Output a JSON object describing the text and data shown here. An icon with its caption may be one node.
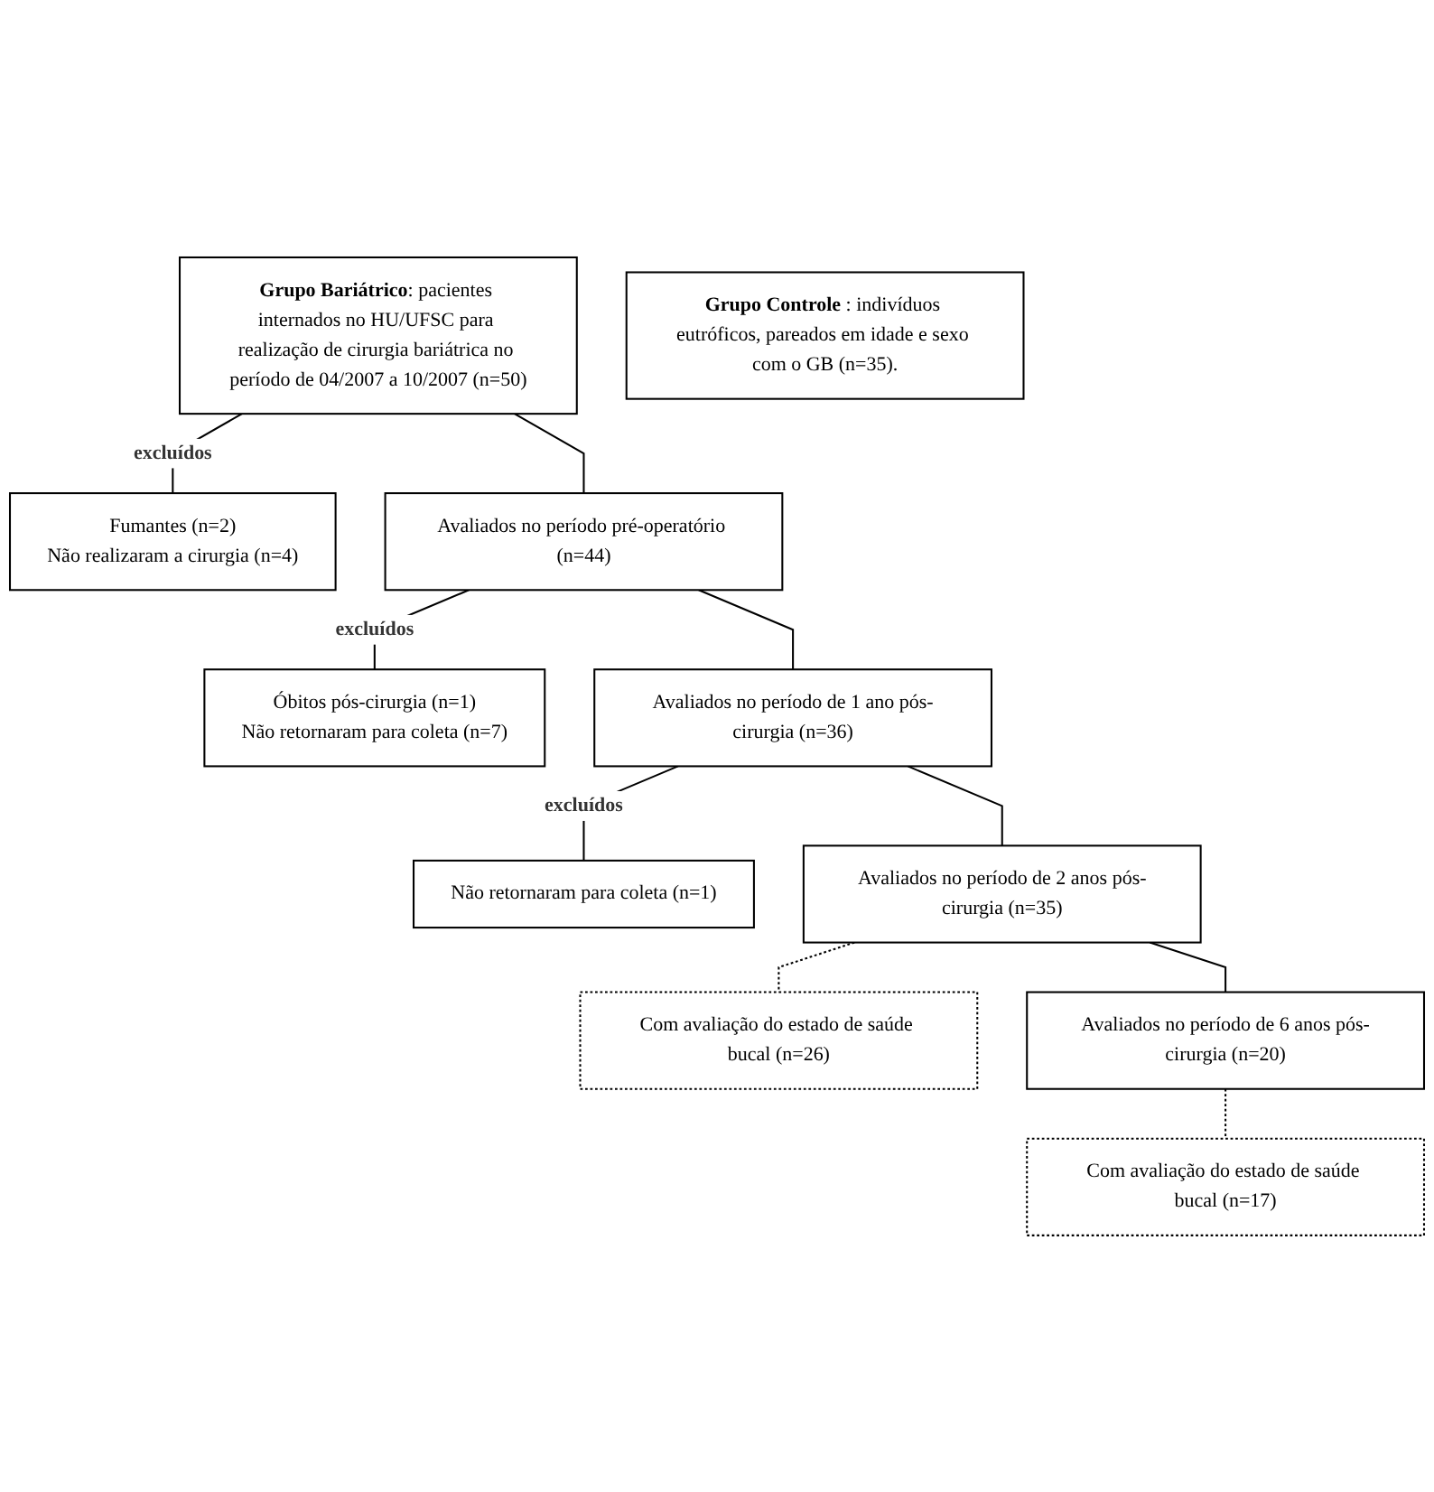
{
  "diagram": {
    "nodes": [
      {
        "text": [
          "**Grupo Bariátrico**: pacientes internados no HU/UFSC para realização de cirurgia bariátrica no período de 04/2007 a 10/2007 (n=50)"
        ]
      },
      {
        "text": [
          "**Grupo Controle** : indivíduos eutróficos, pareados em idade e sexo com o GB (n=35)."
        ]
      },
      {
        "text": [
          "Fumantes (n=2)",
          "Não realizaram a cirurgia (n=4)"
        ]
      },
      {
        "text": [
          "Avaliados no período pré-operatório (n=44)"
        ]
      },
      {
        "text": [
          "Óbitos pós-cirurgia (n=1)",
          "Não retornaram para coleta (n=7)"
        ]
      },
      {
        "text": [
          "Avaliados no período de 1 ano pós-cirurgia (n=36)"
        ]
      },
      {
        "text": [
          "Não retornaram para coleta (n=1)"
        ]
      },
      {
        "text": [
          "Avaliados no período de 2 anos pós-cirurgia (n=35)"
        ]
      },
      {
        "text": [
          "Com avaliação do estado de saúde bucal (n=26)"
        ]
      },
      {
        "text": [
          "Avaliados no período de 6 anos pós-cirurgia (n=20)"
        ]
      },
      {
        "text": [
          "Com avaliação do estado de saúde bucal (n=17)"
        ]
      }
    ],
    "edges": [
      {
        "from": 0,
        "to": 3,
        "arrow": "none"
      },
      {
        "from": 0,
        "to": 2,
        "arrow": "none",
        "label": "excluídos"
      },
      {
        "from": 3,
        "to": 5,
        "arrow": "none"
      },
      {
        "from": 3,
        "to": 4,
        "arrow": "none",
        "label": "excluídos"
      },
      {
        "from": 5,
        "to": 7,
        "arrow": "none"
      },
      {
        "from": 5,
        "to": 6,
        "arrow": "none",
        "label": "excluídos"
      },
      {
        "from": 7,
        "to": 8,
        "arrow": "none",
        "style": "dashed"
      },
      {
        "from": 7,
        "to": 9,
        "arrow": "none"
      },
      {
        "from": 9,
        "to": 10,
        "arrow": "none",
        "style": "dashed"
      }
    ]
  }
}
